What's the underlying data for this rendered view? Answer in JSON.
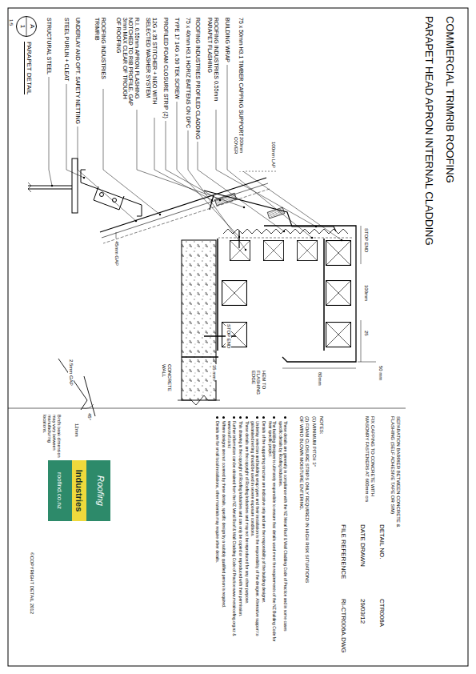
{
  "diagram": {
    "title": "COMMERCIAL TRIMRIB ROOFING",
    "nodes": [
      {
        "text": [
          "A",
          "1"
        ]
      },
      {
        "text": [
          "Roofing",
          "Industries",
          "roofind.co.nz"
        ]
      }
    ],
    "labels": [
      "PARAPET HEAD APRON INTERNAL CLADDING",
      "75 x 50mm H3.1 TIMBER CAPPING SUPPORT ON DPC",
      "BUILDING WRAP",
      "ROOFING INDUSTRIES 0.55mm PARAPET FLASHING",
      "ROOFING INDUSTRIES PROFILED CLADDING",
      "75 x 40mm H3.1 HORIZ BATTENS ON DPC",
      "TYPE 17 14G x 50 TEK SCREW",
      "PROFILED FOAM CLOSURE STRIP (2)",
      "12G x 35 STITCHER + NEO WITH SELECTED WASHER SYSTEM",
      "R.I. 0.55mm APRON FLASHING NOTCHED TO RIB PROFILE. GAP 3mm MAX CLEAR OF TROUGH OF ROOFING",
      "ROOFING INDUSTRIES TRIMRIB",
      "UNDERLAY AND OPT. SAFETY NETTING",
      "STEEL PURLIN + CLEAT",
      "STRUCTURAL STEEL",
      "STOP END",
      "25",
      "100mm",
      "100mm LAP",
      "200mm COVER",
      "45mm GAP",
      "50 mm",
      "80mm",
      "HEM TO FLASHING EDGE",
      "STOP END",
      "35 mm",
      "CONCRETE WALL",
      "2.5mm GAP",
      "45°",
      "12mm",
      "Bird's beak dimension may vary between manufacturing locations.",
      "PARAPET DETAIL",
      "1:5",
      "SEPARATION BARRIER BETWEEN CONCRETE & FLASHING (SELF ADHESIVE TAPE OR SIM)",
      "DETAIL NO.",
      "CTR006A",
      "FIX CAPPING TO CONCRETE WITH MASONRY FASTENERS AT 600mm crs",
      "DATE DRAWN",
      "29/03/12",
      "FILE REFERENCE",
      "RI-CTR006A.DWG",
      "NOTES:",
      "(1) MINIMUM PITCH 3°",
      "(2) FOAM CLOSURE STRIPS ONLY REQUIRED IN HIGH RISK SITUATIONS OF WIND BLOWN MOISTURE ENTERING.",
      "These details are generally in compliance with the NZ Metal Roof & Wall Cladding Code of Practice and in some cases specific details by Roofing Industries.",
      "The building designer is ultimately responsible to ensure that details used meet the requirements of the NZ Building Code for their specific project.",
      "Details of the supporting structure are indicative only and are the responsibility of the building designer.",
      "Underlay selection and building wrap types and their installation is the responsibility of the designer. Alternative support to galvanised netting should be used in severe exposure conditions.",
      "These details are the copyright of Roofing Industries and may not be reproduced for any other purpose.",
      "This drawing is the copyright of Roofing Industries and can only be copied or reproduced with their permission.",
      "Further information can be obtained from the NZ Metal Roof & Wall Cladding Code of Practice www.metalroofing.org.nz & www.roof.co.nz",
      "Where designs are not covered by these details, specific design by a suitably qualified person is required.",
      "Details are for small local installations, other materials may require other details.",
      "©COPYRIGHT DETAIL 2012"
    ]
  }
}
